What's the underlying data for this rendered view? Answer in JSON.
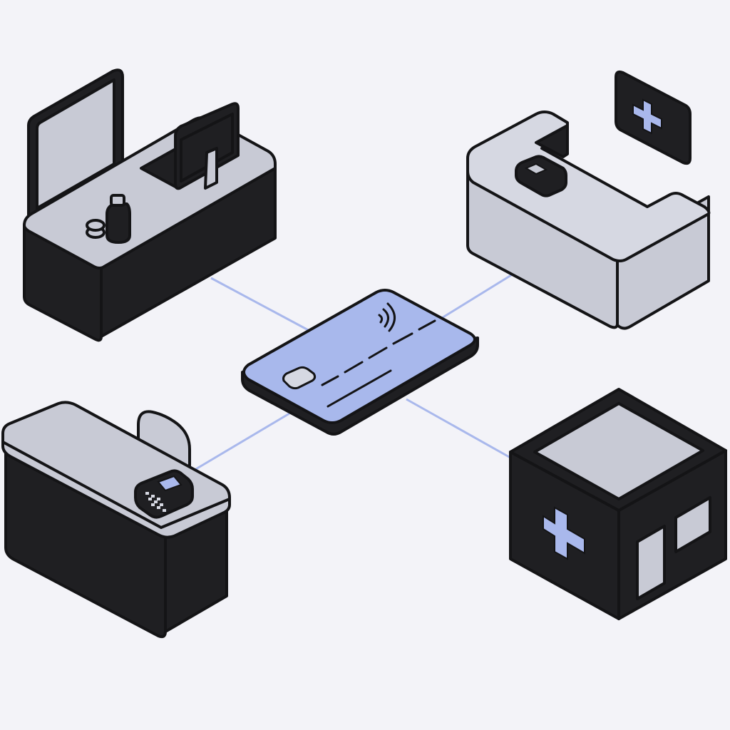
{
  "colors": {
    "background": "#f3f3f8",
    "ink": "#141416",
    "dark_fill": "#1f1f22",
    "light_fill": "#c8cad5",
    "lighter_fill": "#d6d8e2",
    "card_fill": "#a8b8ec",
    "connector": "#a9b8ec",
    "accent_blue": "#a9b8ec"
  },
  "nodes": [
    {
      "id": "payment-card",
      "icon": "contactless-card-icon"
    },
    {
      "id": "pharmacy-counter",
      "icon": "pharmacy-desk-icon"
    },
    {
      "id": "clinic-reception",
      "icon": "reception-desk-icon"
    },
    {
      "id": "checkout-counter",
      "icon": "card-terminal-icon"
    },
    {
      "id": "hospital-building",
      "icon": "hospital-icon"
    }
  ],
  "connections": [
    {
      "from": "payment-card",
      "to": "pharmacy-counter"
    },
    {
      "from": "payment-card",
      "to": "clinic-reception"
    },
    {
      "from": "payment-card",
      "to": "checkout-counter"
    },
    {
      "from": "payment-card",
      "to": "hospital-building"
    }
  ]
}
